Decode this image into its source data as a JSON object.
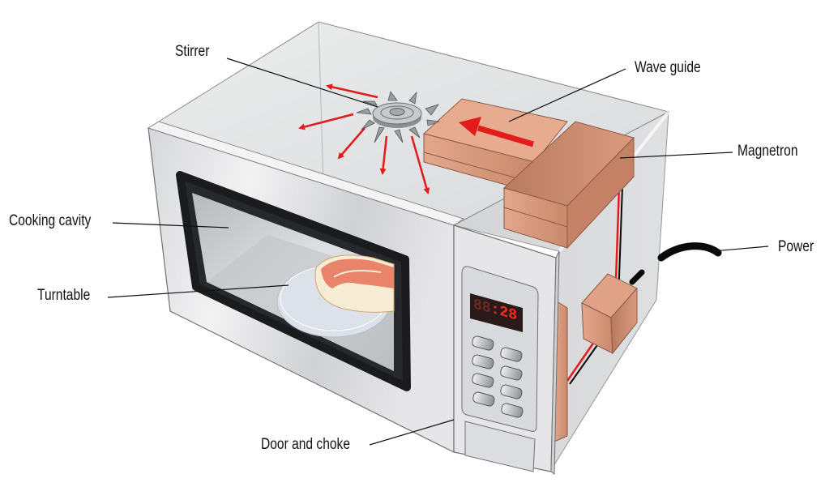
{
  "diagram": {
    "title": "Microwave oven components",
    "labels": {
      "stirrer": "Stirrer",
      "wave_guide": "Wave guide",
      "magnetron": "Magnetron",
      "cooking_cavity": "Cooking cavity",
      "turntable": "Turntable",
      "power": "Power",
      "door_and_choke": "Door and choke"
    },
    "display": {
      "dim_digits": "88",
      "lit_digits": ":28"
    },
    "keypad": {
      "button_rows": 4,
      "button_columns": 2
    },
    "colors": {
      "wave_arrow": "#e31b1b",
      "copper": "#d9967a",
      "copper_dark": "#b87a60",
      "metal_light": "#e8e8ea",
      "metal_mid": "#c4c5c8",
      "window_frame": "#26282b",
      "display_bg": "#2a1a1a",
      "display_lit": "#ff2a1a",
      "display_dim": "#6e2a22",
      "cable": "#0a0a0a"
    }
  }
}
